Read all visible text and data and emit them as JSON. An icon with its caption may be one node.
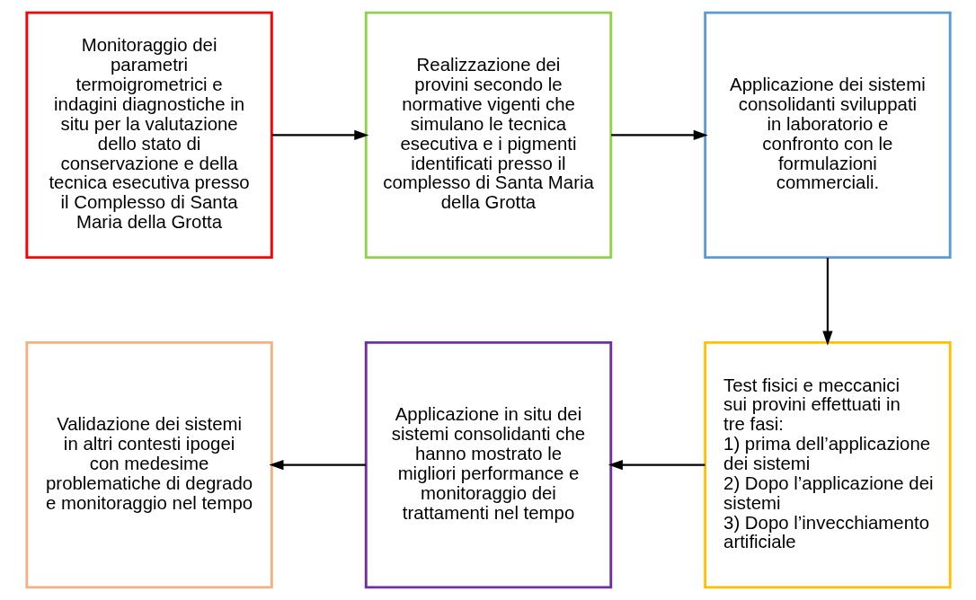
{
  "diagram": {
    "nodes": [
      {
        "text": [
          "Monitoraggio dei parametri termoigrometrici e indagini diagnostiche in situ per la valutazione dello stato di conservazione e della tecnica esecutiva presso il Complesso di Santa Maria della Grotta"
        ]
      },
      {
        "text": [
          "Realizzazione dei provini secondo le normative vigenti che simulano le tecnica esecutiva e i pigmenti identificati presso il complesso di Santa Maria della Grotta"
        ]
      },
      {
        "text": [
          "Applicazione dei sistemi consolidanti sviluppati in laboratorio e confronto con le formulazioni commerciali."
        ]
      },
      {
        "text": [
          "Test fisici e meccanici sui provini effettuati in tre fasi:",
          "1) prima dell’applicazione dei sistemi",
          "2) Dopo l’applicazione dei sistemi",
          "3) Dopo l’invecchiamento artificiale"
        ]
      },
      {
        "text": [
          "Applicazione in situ dei sistemi consolidanti che hanno mostrato le migliori performance e monitoraggio dei trattamenti nel tempo"
        ]
      },
      {
        "text": [
          "Validazione dei sistemi in altri contesti ipogei con medesime problematiche di degrado e monitoraggio nel tempo"
        ]
      }
    ],
    "edges": [
      {
        "from": 0,
        "to": 1,
        "arrow": "to"
      },
      {
        "from": 1,
        "to": 2,
        "arrow": "to"
      },
      {
        "from": 2,
        "to": 3,
        "arrow": "to"
      },
      {
        "from": 3,
        "to": 4,
        "arrow": "to"
      },
      {
        "from": 4,
        "to": 5,
        "arrow": "to"
      }
    ]
  }
}
